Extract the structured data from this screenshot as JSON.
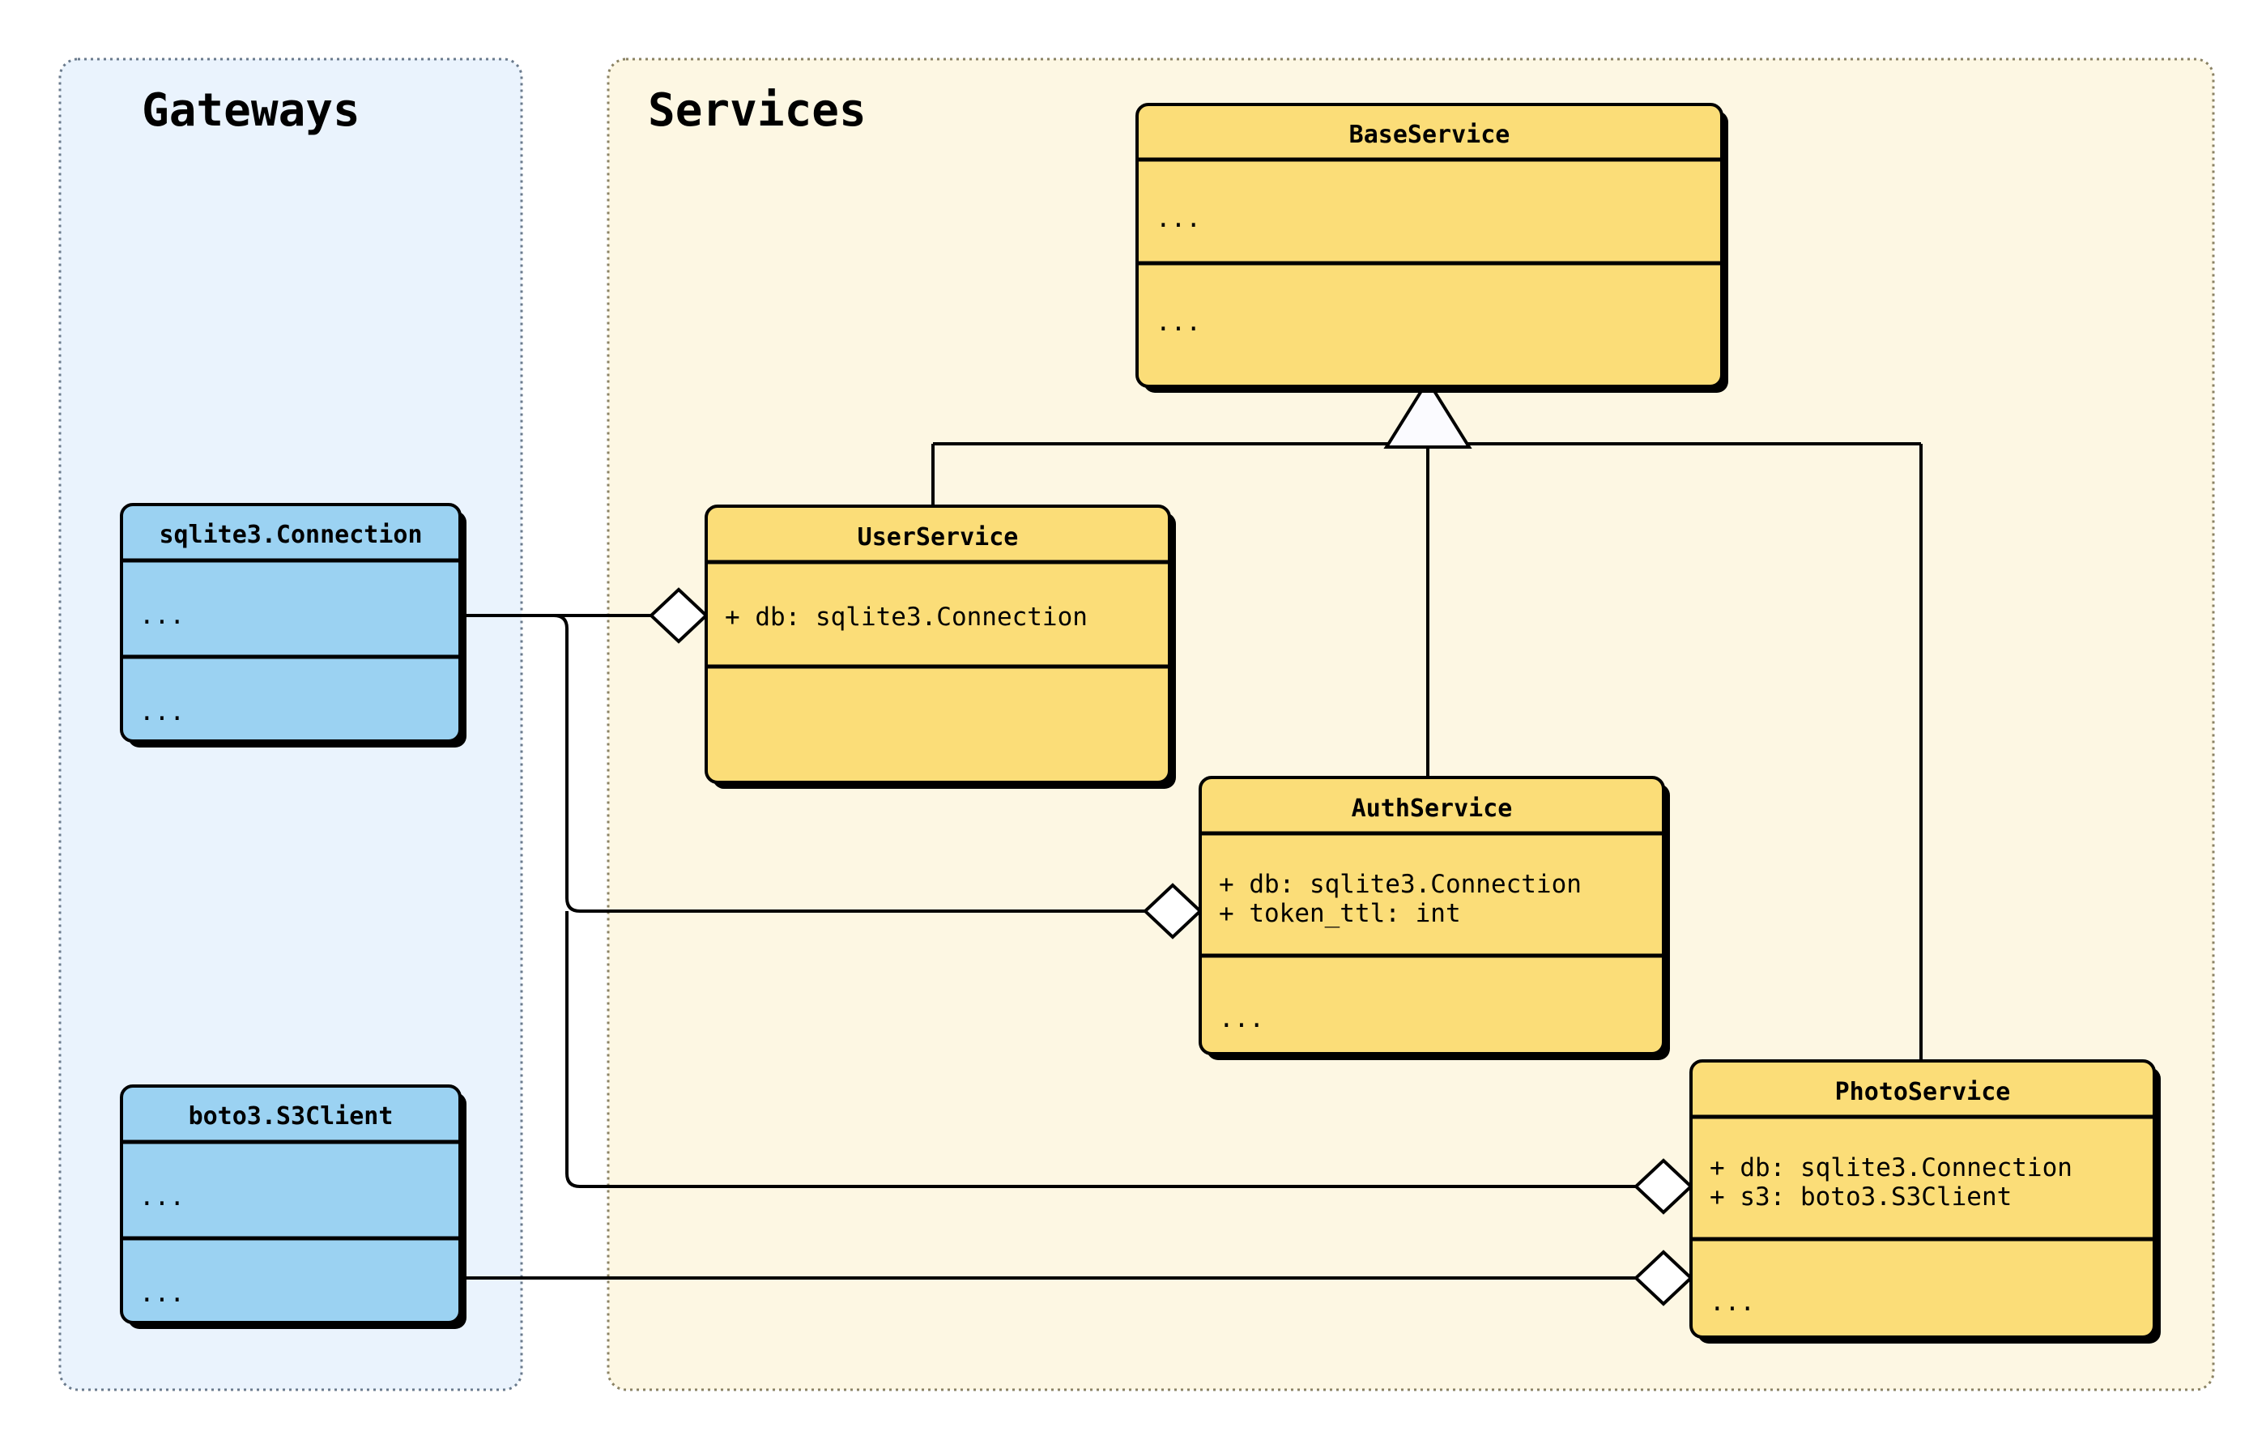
{
  "diagram": {
    "kind": "uml-class-diagram",
    "colors": {
      "gateway_fill": "#9BD2F2",
      "service_fill": "#FBDD78",
      "gateway_panel_fill": "#EAF3FD",
      "service_panel_fill": "#FDF7E3",
      "gateway_panel_border": "#6A7A8C",
      "service_panel_border": "#8A8264",
      "stroke": "#000000",
      "background": "#FFFFFF"
    },
    "packages": [
      {
        "id": "gateways",
        "label": "Gateways",
        "fill": "#EAF3FD"
      },
      {
        "id": "services",
        "label": "Services",
        "fill": "#FDF7E3"
      }
    ],
    "classes": [
      {
        "id": "sqlite3_connection",
        "name": "sqlite3.Connection",
        "package": "gateways",
        "fill": "#9BD2F2",
        "attributes": [
          "..."
        ],
        "methods": [
          "..."
        ]
      },
      {
        "id": "boto3_s3client",
        "name": "boto3.S3Client",
        "package": "gateways",
        "fill": "#9BD2F2",
        "attributes": [
          "..."
        ],
        "methods": [
          "..."
        ]
      },
      {
        "id": "baseservice",
        "name": "BaseService",
        "package": "services",
        "fill": "#FBDD78",
        "attributes": [
          "..."
        ],
        "methods": [
          "..."
        ]
      },
      {
        "id": "userservice",
        "name": "UserService",
        "package": "services",
        "fill": "#FBDD78",
        "attributes": [
          "+ db: sqlite3.Connection"
        ],
        "methods": []
      },
      {
        "id": "authservice",
        "name": "AuthService",
        "package": "services",
        "fill": "#FBDD78",
        "attributes": [
          "+ db: sqlite3.Connection",
          "+ token_ttl: int"
        ],
        "methods": [
          "..."
        ]
      },
      {
        "id": "photoservice",
        "name": "PhotoService",
        "package": "services",
        "fill": "#FBDD78",
        "attributes": [
          "+ db: sqlite3.Connection",
          "+ s3: boto3.S3Client"
        ],
        "methods": [
          "..."
        ]
      }
    ],
    "relationships": [
      {
        "type": "generalization",
        "from": "userservice",
        "to": "baseservice"
      },
      {
        "type": "generalization",
        "from": "authservice",
        "to": "baseservice"
      },
      {
        "type": "generalization",
        "from": "photoservice",
        "to": "baseservice"
      },
      {
        "type": "aggregation",
        "from": "sqlite3_connection",
        "to": "userservice"
      },
      {
        "type": "aggregation",
        "from": "sqlite3_connection",
        "to": "authservice"
      },
      {
        "type": "aggregation",
        "from": "sqlite3_connection",
        "to": "photoservice"
      },
      {
        "type": "aggregation",
        "from": "boto3_s3client",
        "to": "photoservice"
      }
    ]
  }
}
